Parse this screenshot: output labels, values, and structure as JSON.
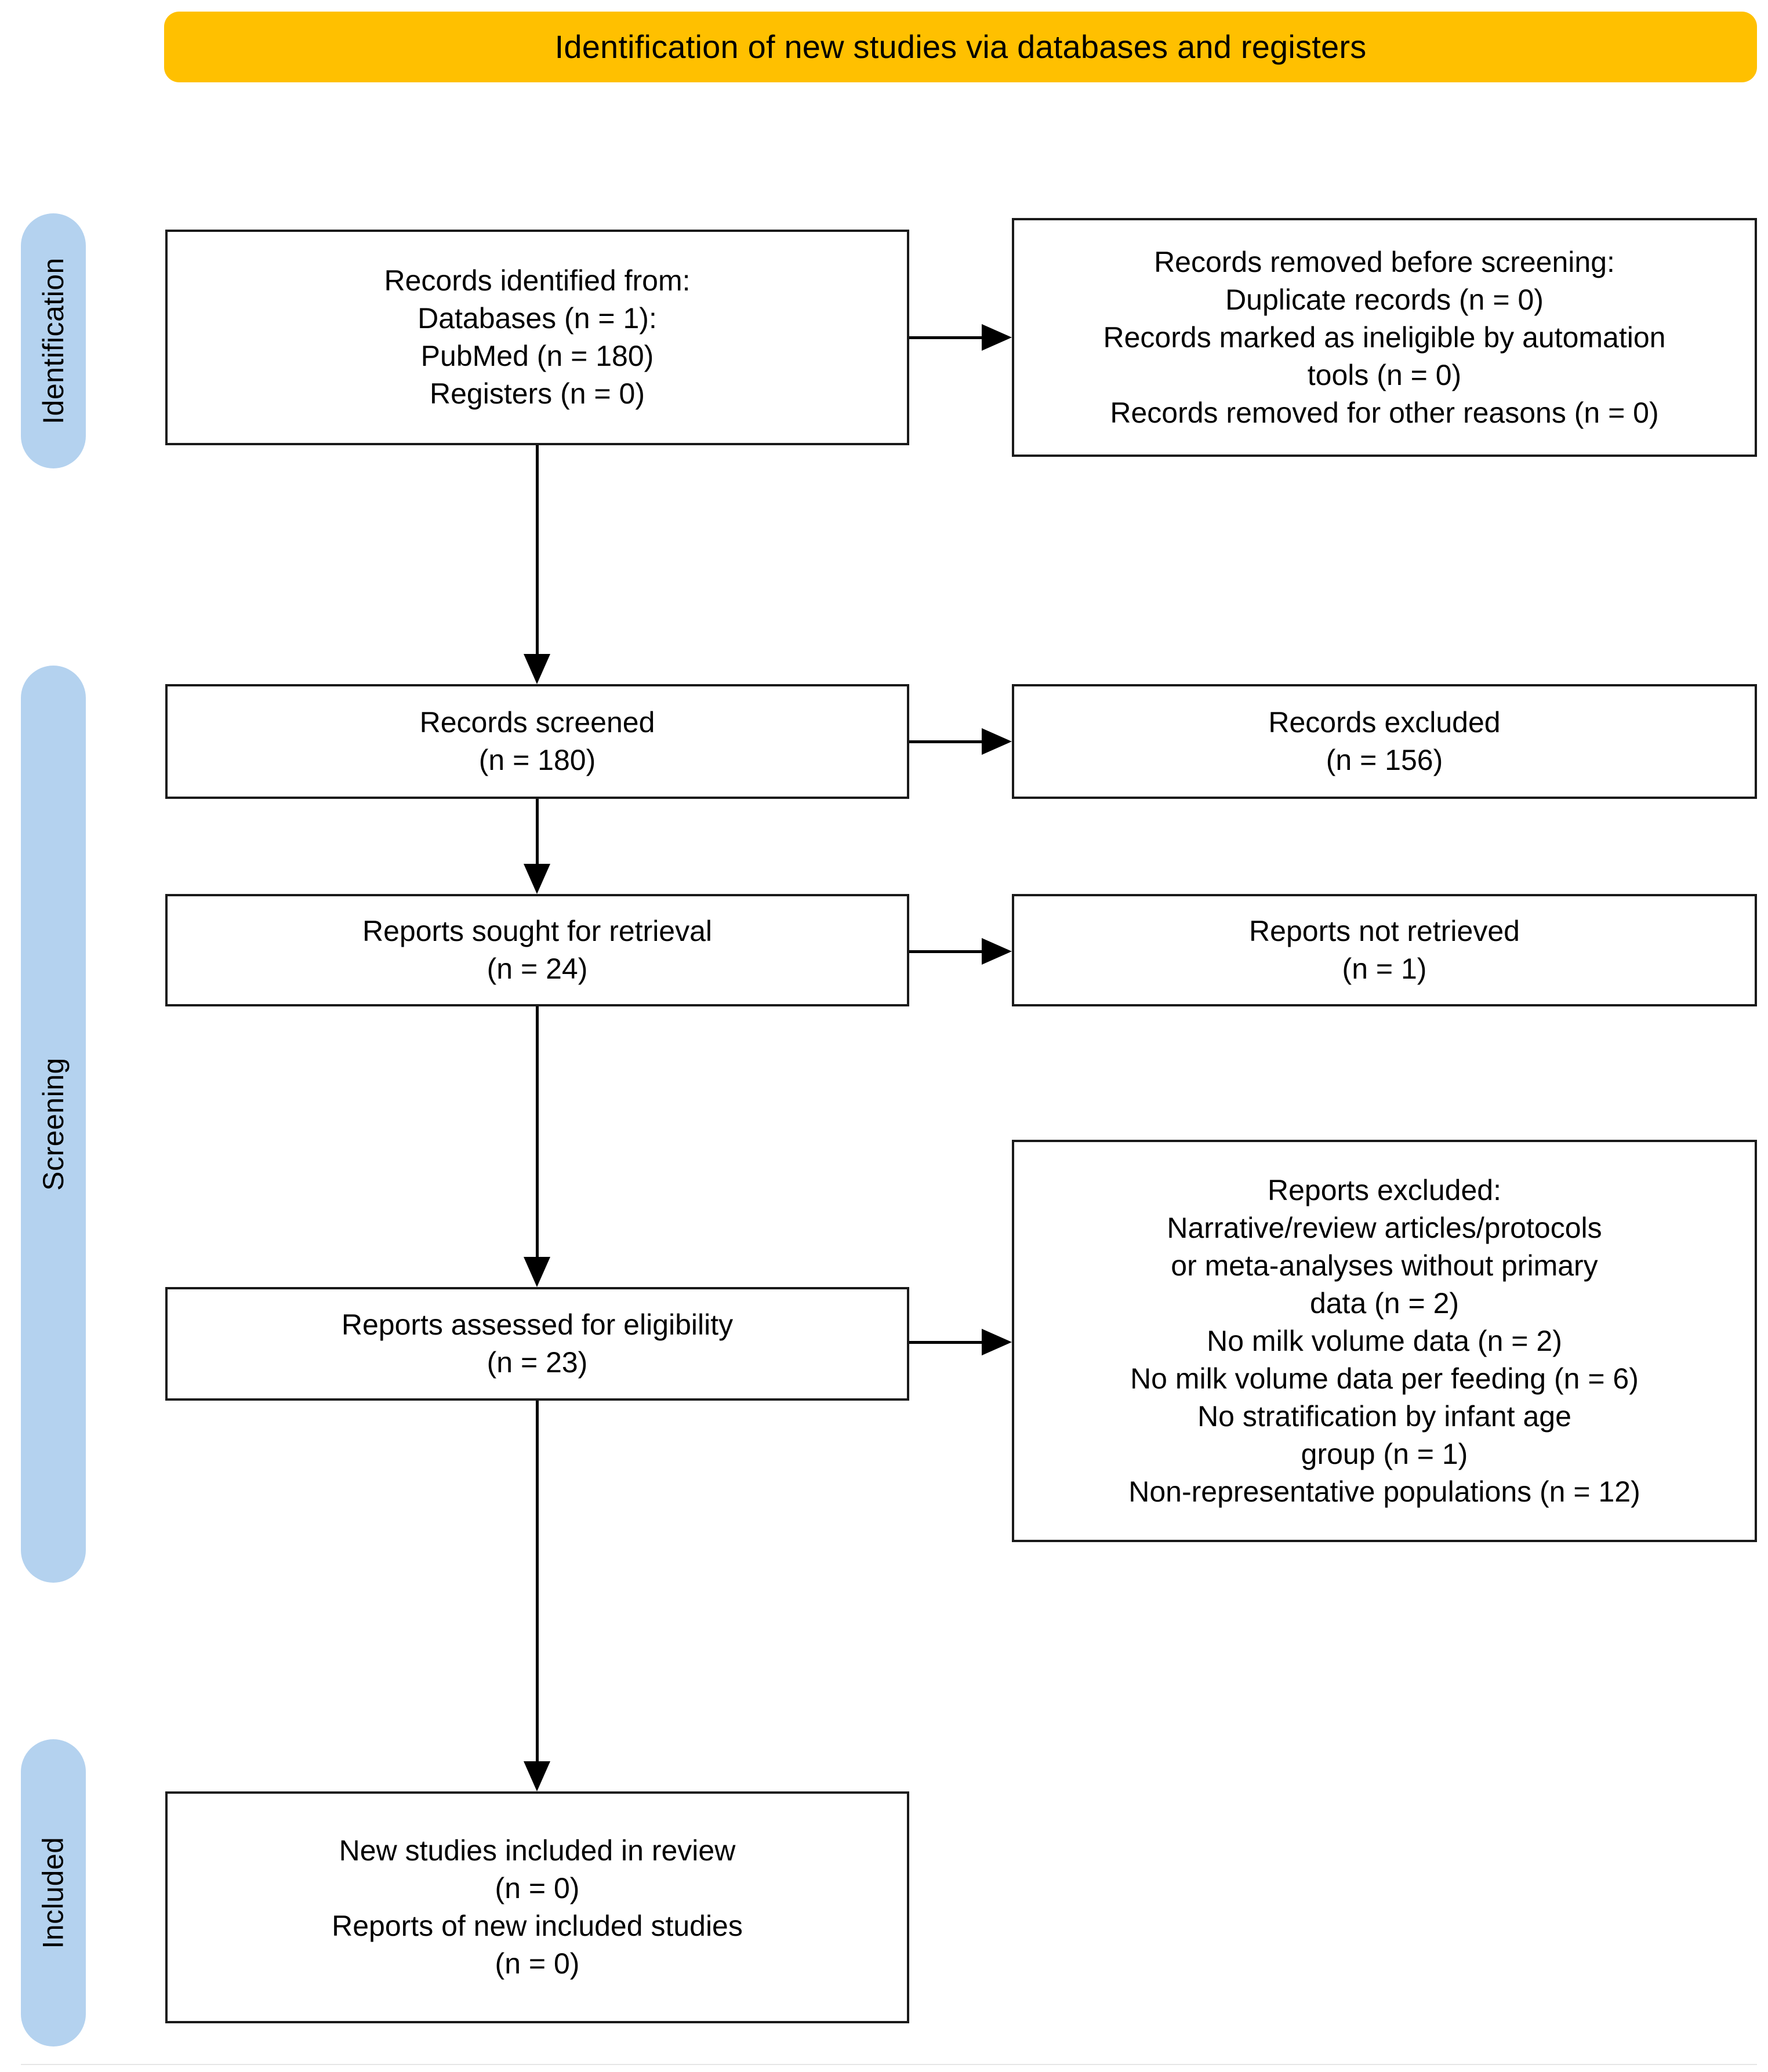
{
  "header": {
    "title": "Identification of new studies via databases and registers",
    "background_color": "#FFC000"
  },
  "stages": {
    "accent_color": "#B4D2EF",
    "items": [
      {
        "id": "identification",
        "label": "Identification"
      },
      {
        "id": "screening",
        "label": "Screening"
      },
      {
        "id": "included",
        "label": "Included"
      }
    ]
  },
  "boxes": {
    "records_identified": {
      "text": "Records identified from:\nDatabases (n = 1):\nPubMed (n = 180)\nRegisters (n = 0)"
    },
    "records_removed": {
      "text": "Records removed before screening:\nDuplicate records (n = 0)\nRecords marked as ineligible by automation\ntools (n = 0)\nRecords removed for other reasons (n = 0)"
    },
    "records_screened": {
      "text": "Records screened\n(n = 180)"
    },
    "records_excluded": {
      "text": "Records excluded\n(n = 156)"
    },
    "reports_sought": {
      "text": "Reports sought for retrieval\n(n = 24)"
    },
    "reports_not_retrieved": {
      "text": "Reports not retrieved\n(n = 1)"
    },
    "reports_excluded": {
      "text": "Reports excluded:\nNarrative/review articles/protocols\nor meta-analyses without primary\ndata (n = 2)\nNo milk volume data (n = 2)\nNo milk volume data per feeding (n = 6)\nNo stratification by infant age\ngroup (n = 1)\nNon-representative populations (n = 12)"
    },
    "reports_assessed": {
      "text": "Reports assessed for eligibility\n(n = 23)"
    },
    "new_studies_included": {
      "text": "New studies included in review\n(n = 0)\nReports of new included studies\n(n = 0)"
    }
  },
  "chart_data": {
    "type": "diagram",
    "title": "Identification of new studies via databases and registers",
    "nodes": [
      {
        "id": "records_identified",
        "stage": "Identification",
        "column": "left",
        "lines": [
          "Records identified from:",
          "Databases (n = 1):",
          "PubMed (n = 180)",
          "Registers (n = 0)"
        ],
        "counts": {
          "databases": 1,
          "pubmed": 180,
          "registers": 0
        }
      },
      {
        "id": "records_removed",
        "stage": "Identification",
        "column": "right",
        "lines": [
          "Records removed before screening:",
          "Duplicate records (n = 0)",
          "Records marked as ineligible by automation tools (n = 0)",
          "Records removed for other reasons (n = 0)"
        ],
        "counts": {
          "duplicate_records": 0,
          "ineligible_by_automation_tools": 0,
          "removed_other_reasons": 0
        }
      },
      {
        "id": "records_screened",
        "stage": "Screening",
        "column": "left",
        "lines": [
          "Records screened",
          "(n = 180)"
        ],
        "counts": {
          "n": 180
        }
      },
      {
        "id": "records_excluded",
        "stage": "Screening",
        "column": "right",
        "lines": [
          "Records excluded",
          "(n = 156)"
        ],
        "counts": {
          "n": 156
        }
      },
      {
        "id": "reports_sought",
        "stage": "Screening",
        "column": "left",
        "lines": [
          "Reports sought for retrieval",
          "(n = 24)"
        ],
        "counts": {
          "n": 24
        }
      },
      {
        "id": "reports_not_retrieved",
        "stage": "Screening",
        "column": "right",
        "lines": [
          "Reports not retrieved",
          "(n = 1)"
        ],
        "counts": {
          "n": 1
        }
      },
      {
        "id": "reports_assessed",
        "stage": "Screening",
        "column": "left",
        "lines": [
          "Reports assessed for eligibility",
          "(n = 23)"
        ],
        "counts": {
          "n": 23
        }
      },
      {
        "id": "reports_excluded",
        "stage": "Screening",
        "column": "right",
        "lines": [
          "Reports excluded:",
          "Narrative/review articles/protocols or meta-analyses without primary data (n = 2)",
          "No milk volume data (n = 2)",
          "No milk volume data per feeding (n = 6)",
          "No stratification by infant age group (n = 1)",
          "Non-representative populations (n = 12)"
        ],
        "counts": {
          "narrative_review_protocols_or_meta_analyses": 2,
          "no_milk_volume_data": 2,
          "no_milk_volume_data_per_feeding": 6,
          "no_stratification_by_infant_age_group": 1,
          "non_representative_populations": 12
        }
      },
      {
        "id": "new_studies_included",
        "stage": "Included",
        "column": "left",
        "lines": [
          "New studies included in review",
          "(n = 0)",
          "Reports of new included studies",
          "(n = 0)"
        ],
        "counts": {
          "new_studies": 0,
          "reports_of_new_included_studies": 0
        }
      }
    ],
    "edges": [
      {
        "from": "records_identified",
        "to": "records_removed",
        "direction": "right"
      },
      {
        "from": "records_identified",
        "to": "records_screened",
        "direction": "down"
      },
      {
        "from": "records_screened",
        "to": "records_excluded",
        "direction": "right"
      },
      {
        "from": "records_screened",
        "to": "reports_sought",
        "direction": "down"
      },
      {
        "from": "reports_sought",
        "to": "reports_not_retrieved",
        "direction": "right"
      },
      {
        "from": "reports_sought",
        "to": "reports_assessed",
        "direction": "down"
      },
      {
        "from": "reports_assessed",
        "to": "reports_excluded",
        "direction": "right"
      },
      {
        "from": "reports_assessed",
        "to": "new_studies_included",
        "direction": "down"
      }
    ]
  }
}
